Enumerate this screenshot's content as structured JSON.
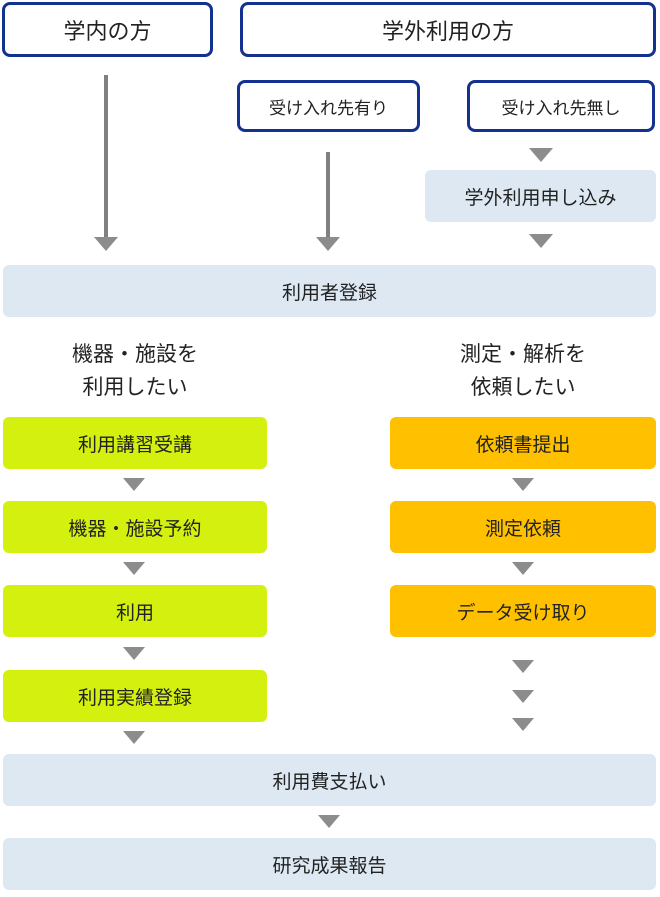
{
  "headers": {
    "internal": "学内の方",
    "external": "学外利用の方"
  },
  "external_options": {
    "with_host": "受け入れ先有り",
    "without_host": "受け入れ先無し"
  },
  "external_application": "学外利用申し込み",
  "user_registration": "利用者登録",
  "left_branch": {
    "heading_line1": "機器・施設を",
    "heading_line2": "利用したい",
    "steps": [
      "利用講習受講",
      "機器・施設予約",
      "利用",
      "利用実績登録"
    ]
  },
  "right_branch": {
    "heading_line1": "測定・解析を",
    "heading_line2": "依頼したい",
    "steps": [
      "依頼書提出",
      "測定依頼",
      "データ受け取り"
    ]
  },
  "payment": "利用費支払い",
  "report": "研究成果報告",
  "colors": {
    "header_border": "#13328f",
    "pale_box": "#dde8f3",
    "equipment_step": "#d4f00f",
    "request_step": "#ffc000",
    "arrow": "#808080"
  }
}
